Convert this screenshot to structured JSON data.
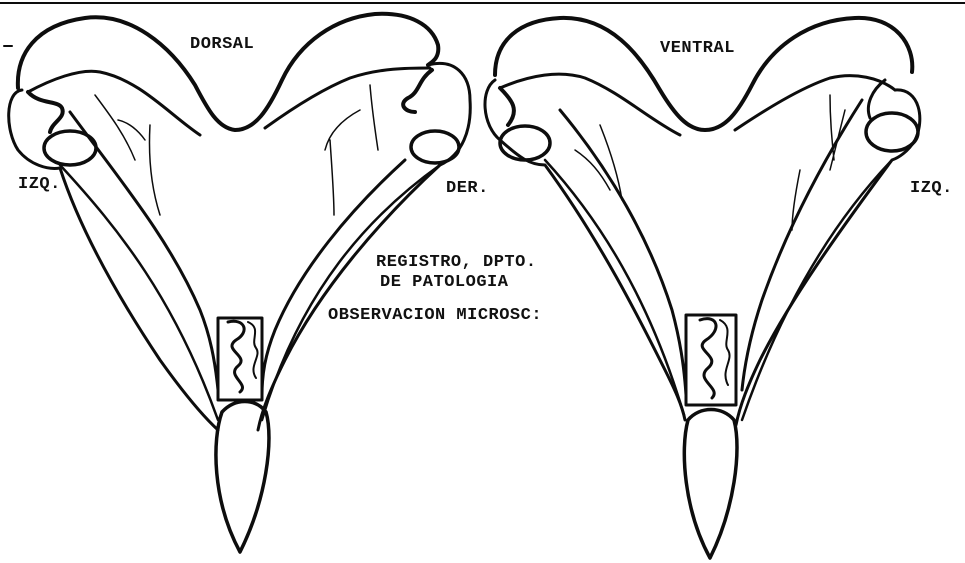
{
  "labels": {
    "dorsal": "DORSAL",
    "ventral": "VENTRAL",
    "left_izq": "IZQ.",
    "der": "DER.",
    "right_izq": "IZQ.",
    "registro_line1": "REGISTRO, DPTO.",
    "registro_line2": "DE PATOLOGIA",
    "observacion": "OBSERVACION MICROSC:"
  }
}
